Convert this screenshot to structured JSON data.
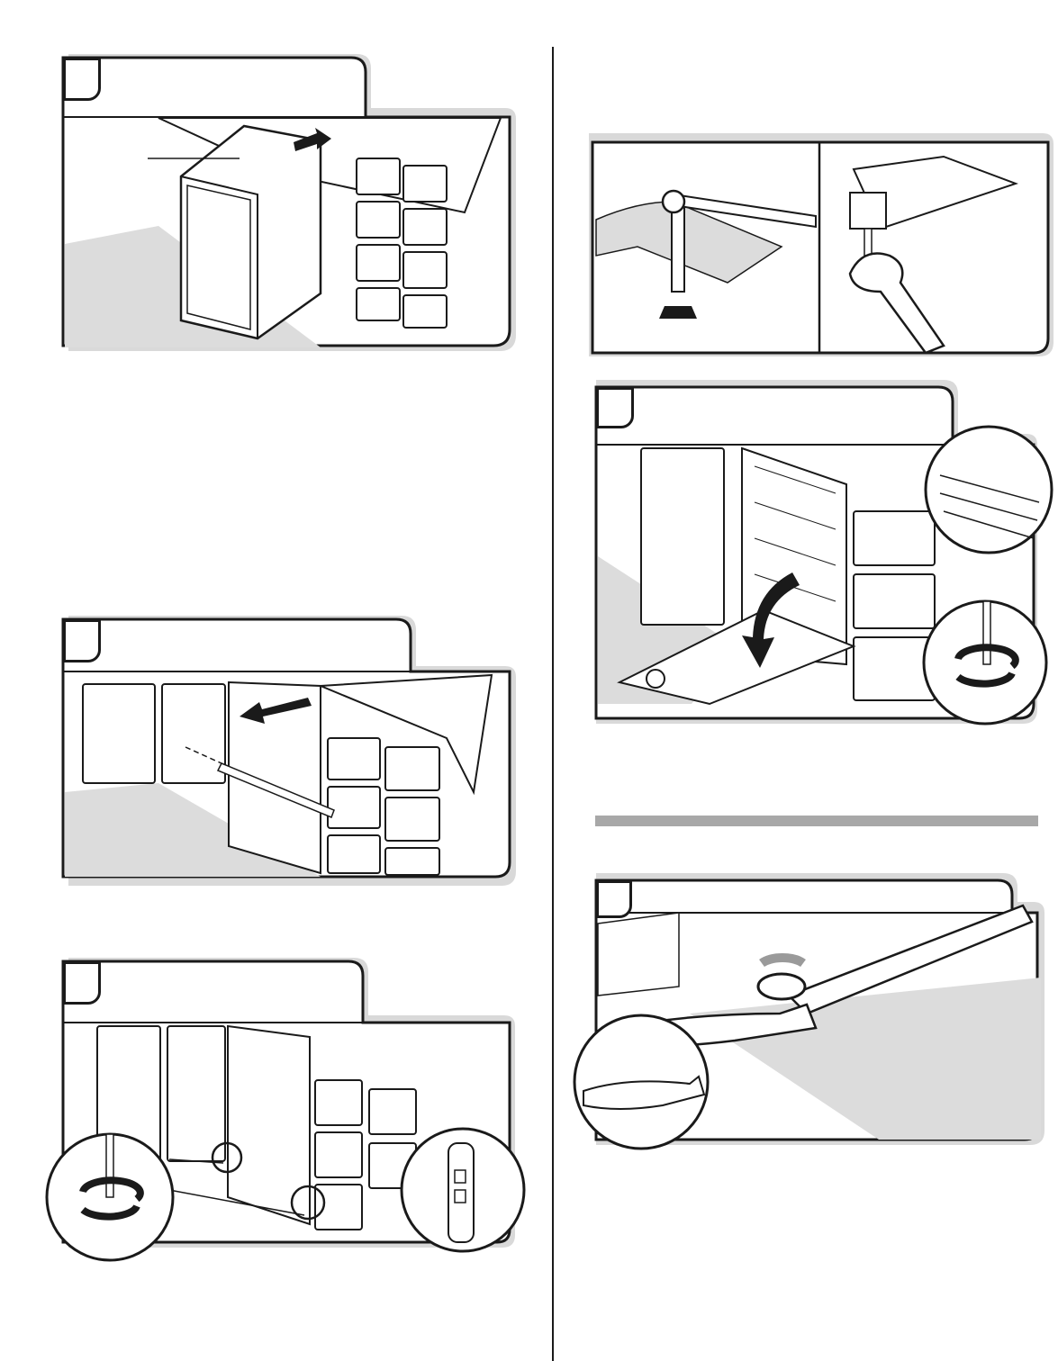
{
  "page": {
    "step_panels": [
      {
        "id": "slide-in",
        "step_number": ""
      },
      {
        "id": "measure",
        "step_number": ""
      },
      {
        "id": "adjust-front-legs",
        "step_number": ""
      },
      {
        "id": "level-rear",
        "step_number": ""
      },
      {
        "id": "water-connection",
        "step_number": ""
      }
    ],
    "colors": {
      "line": "#1a1a1a",
      "frame_shadow": "#d9d9d9",
      "floor": "#dcdcdc",
      "bar": "#a8a8a8"
    }
  }
}
